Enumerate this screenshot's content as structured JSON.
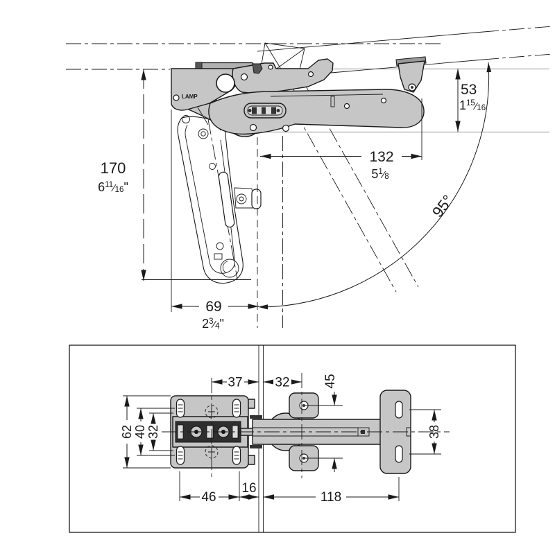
{
  "drawing": {
    "brand_logo": "LAMP",
    "colors": {
      "line": "#1a1a1a",
      "part_fill_light": "#c6c6c6",
      "part_fill_mid": "#9f9f9f",
      "part_fill_dark": "#2e2e2e",
      "background": "#ffffff"
    },
    "side_view": {
      "height_mm": "170",
      "height_in": {
        "whole": "6",
        "num": "11",
        "den": "16",
        "suffix": "\""
      },
      "drop_mm": "53",
      "drop_in": {
        "whole": "1",
        "num": "15",
        "den": "16",
        "suffix": ""
      },
      "reach_mm": "132",
      "reach_in": {
        "whole": "5",
        "num": "1",
        "den": "8",
        "suffix": ""
      },
      "depth_mm": "69",
      "depth_in": {
        "whole": "2",
        "num": "3",
        "den": "4",
        "suffix": "\""
      },
      "opening_angle": "95°"
    },
    "plan_view": {
      "offset_to_panel": "37",
      "panel_to_hinge": "32",
      "flange_hole_pitch": "45",
      "body_width": "62",
      "slot_row_pitch": "40",
      "channel_width": "32",
      "slot_col_pitch": "46",
      "panel_thickness": "16",
      "arm_length": "118",
      "plate_slot_pitch": "38"
    }
  }
}
